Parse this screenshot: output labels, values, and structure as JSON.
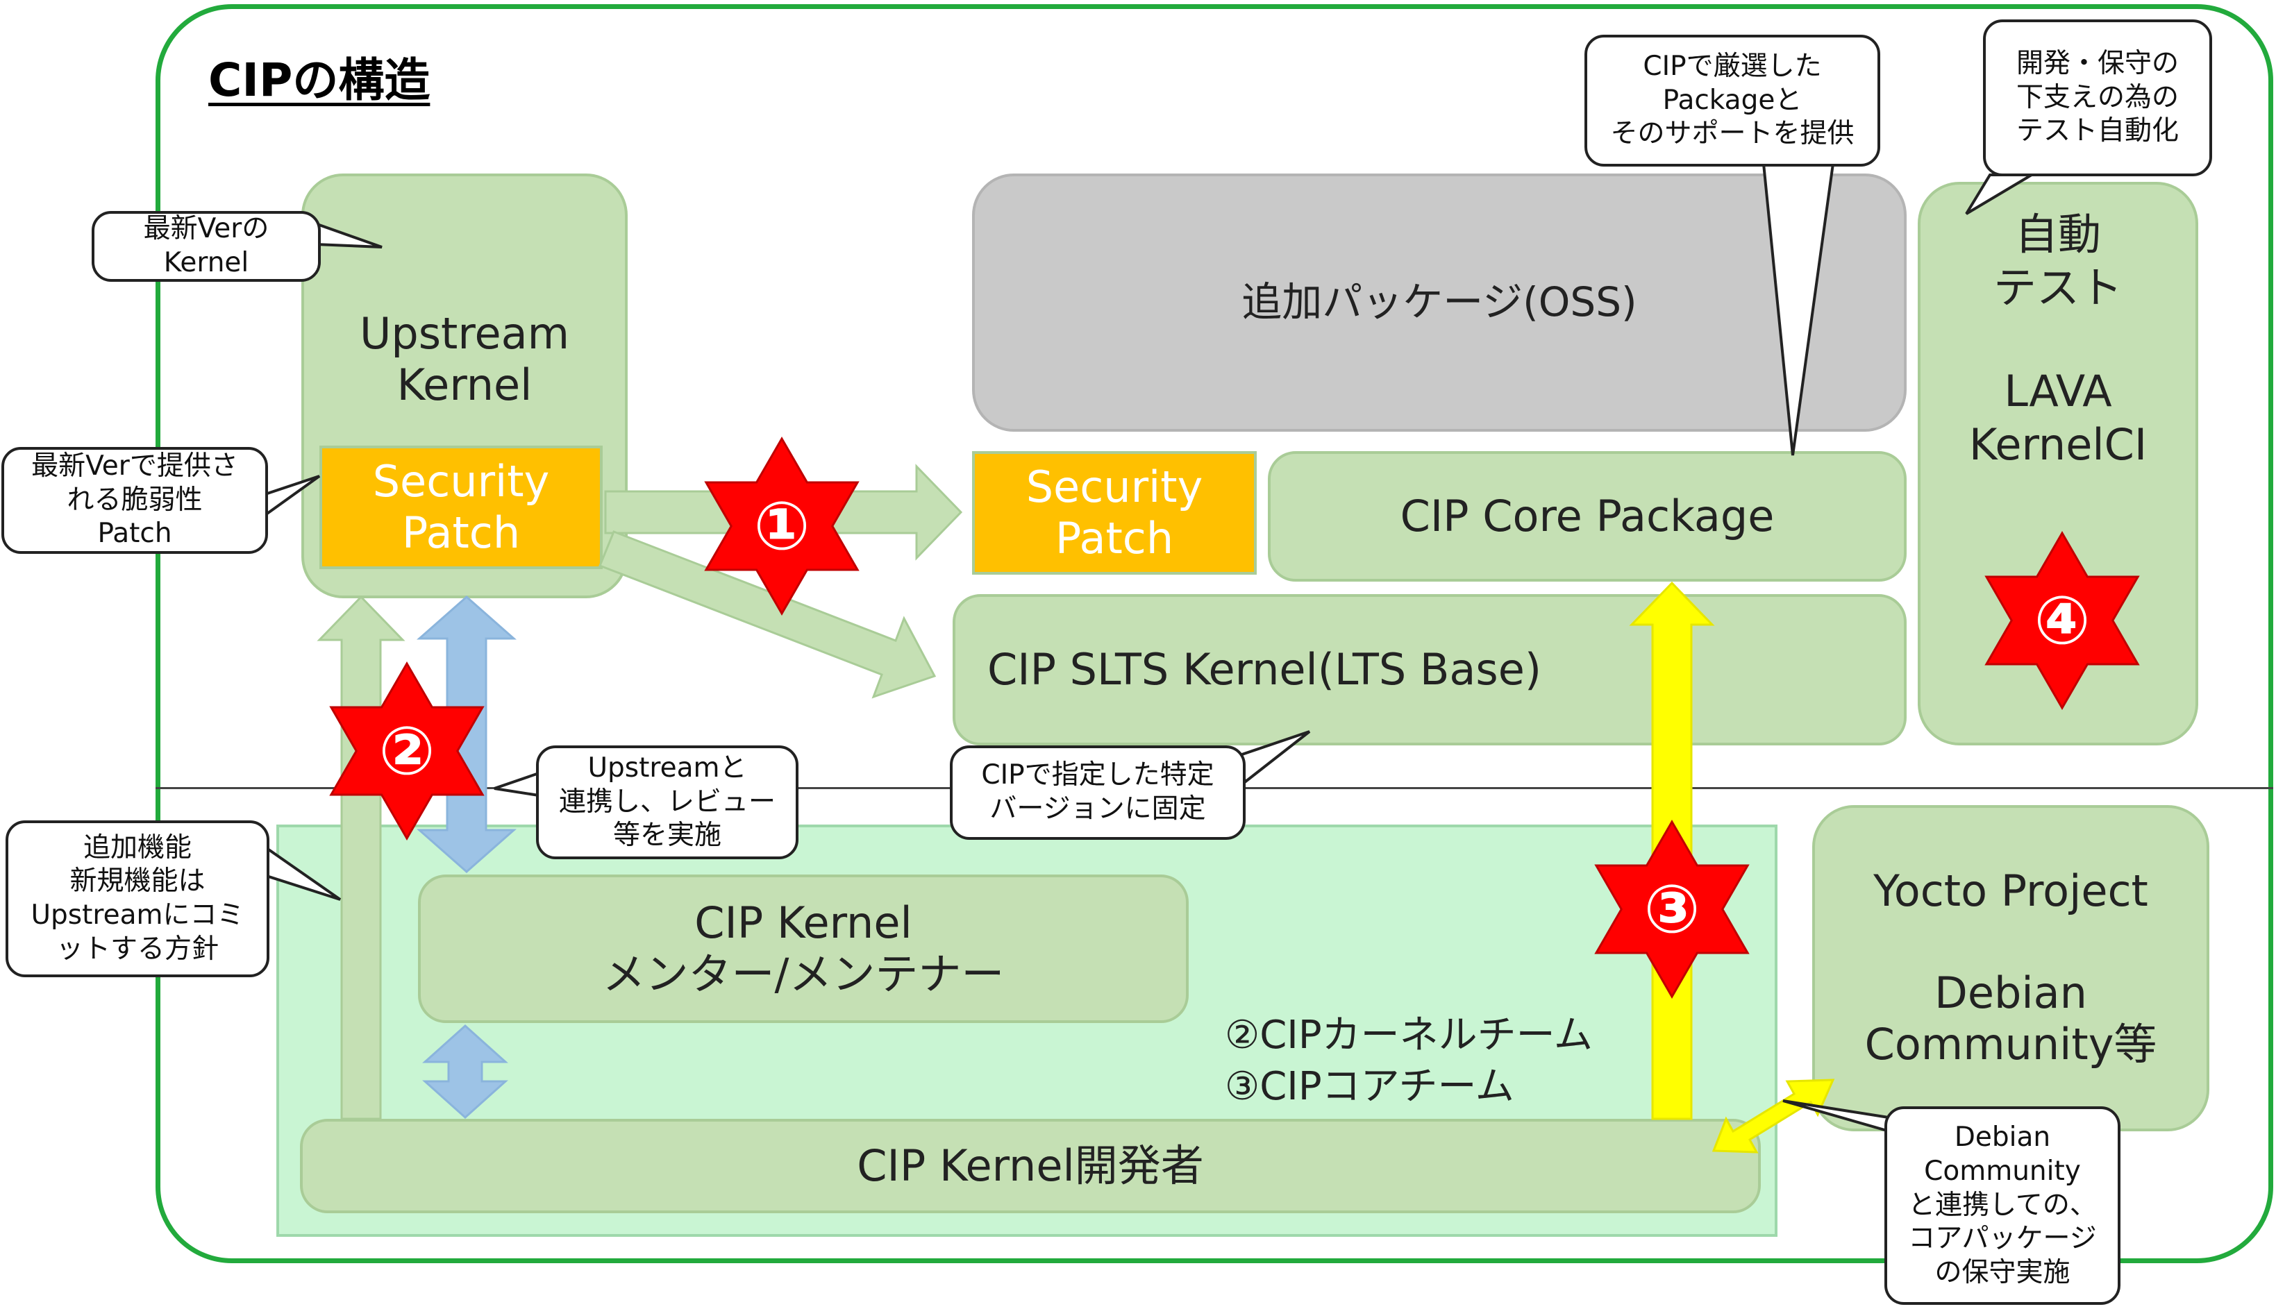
{
  "title": "CIPの構造",
  "colors": {
    "frame": "#22aa3c",
    "box_green": "#c5e0b4",
    "box_mint": "#c9f5d3",
    "box_gray": "#c9c9c9",
    "patch_orange": "#ffc000",
    "arrow_green": "#c5e0b4",
    "arrow_blue": "#9dc3e6",
    "arrow_yellow": "#ffff00",
    "star_red": "#ff0000"
  },
  "boxes": {
    "upstream_kernel": [
      "Upstream",
      "Kernel"
    ],
    "upstream_security_patch": [
      "Security",
      "Patch"
    ],
    "oss_packages": "追加パッケージ(OSS)",
    "cip_security_patch": [
      "Security",
      "Patch"
    ],
    "cip_core_package": "CIP Core Package",
    "cip_slts_kernel": "CIP SLTS Kernel(LTS Base)",
    "auto_test": [
      "自動",
      "テスト",
      "",
      "LAVA",
      "KernelCI"
    ],
    "cip_kernel_mentor": [
      "CIP Kernel",
      "メンター/メンテナー"
    ],
    "cip_kernel_dev": "CIP Kernel開発者",
    "yocto_debian": [
      "Yocto Project",
      "",
      "Debian",
      "Community等"
    ]
  },
  "legend": [
    "②CIPカーネルチーム",
    "③CIPコアチーム"
  ],
  "callouts": {
    "latest_kernel": [
      "最新Verの",
      "Kernel"
    ],
    "latest_patch": [
      "最新Verで提供さ",
      "れる脆弱性",
      "Patch"
    ],
    "upstream_policy": [
      "追加機能",
      "新規機能は",
      "Upstreamにコミ",
      "ットする方針"
    ],
    "upstream_collab": [
      "Upstreamと",
      "連携し、レビュー",
      "等を実施"
    ],
    "fixed_version": [
      "CIPで指定した特定",
      "バージョンに固定"
    ],
    "selected_package": [
      "CIPで厳選した",
      "Packageと",
      "そのサポートを提供"
    ],
    "test_automation": [
      "開発・保守の",
      "下支えの為の",
      "テスト自動化"
    ],
    "debian_collab": [
      "Debian",
      "Community",
      "と連携しての、",
      "コアパッケージ",
      "の保守実施"
    ]
  },
  "stars": [
    "①",
    "②",
    "③",
    "④"
  ]
}
